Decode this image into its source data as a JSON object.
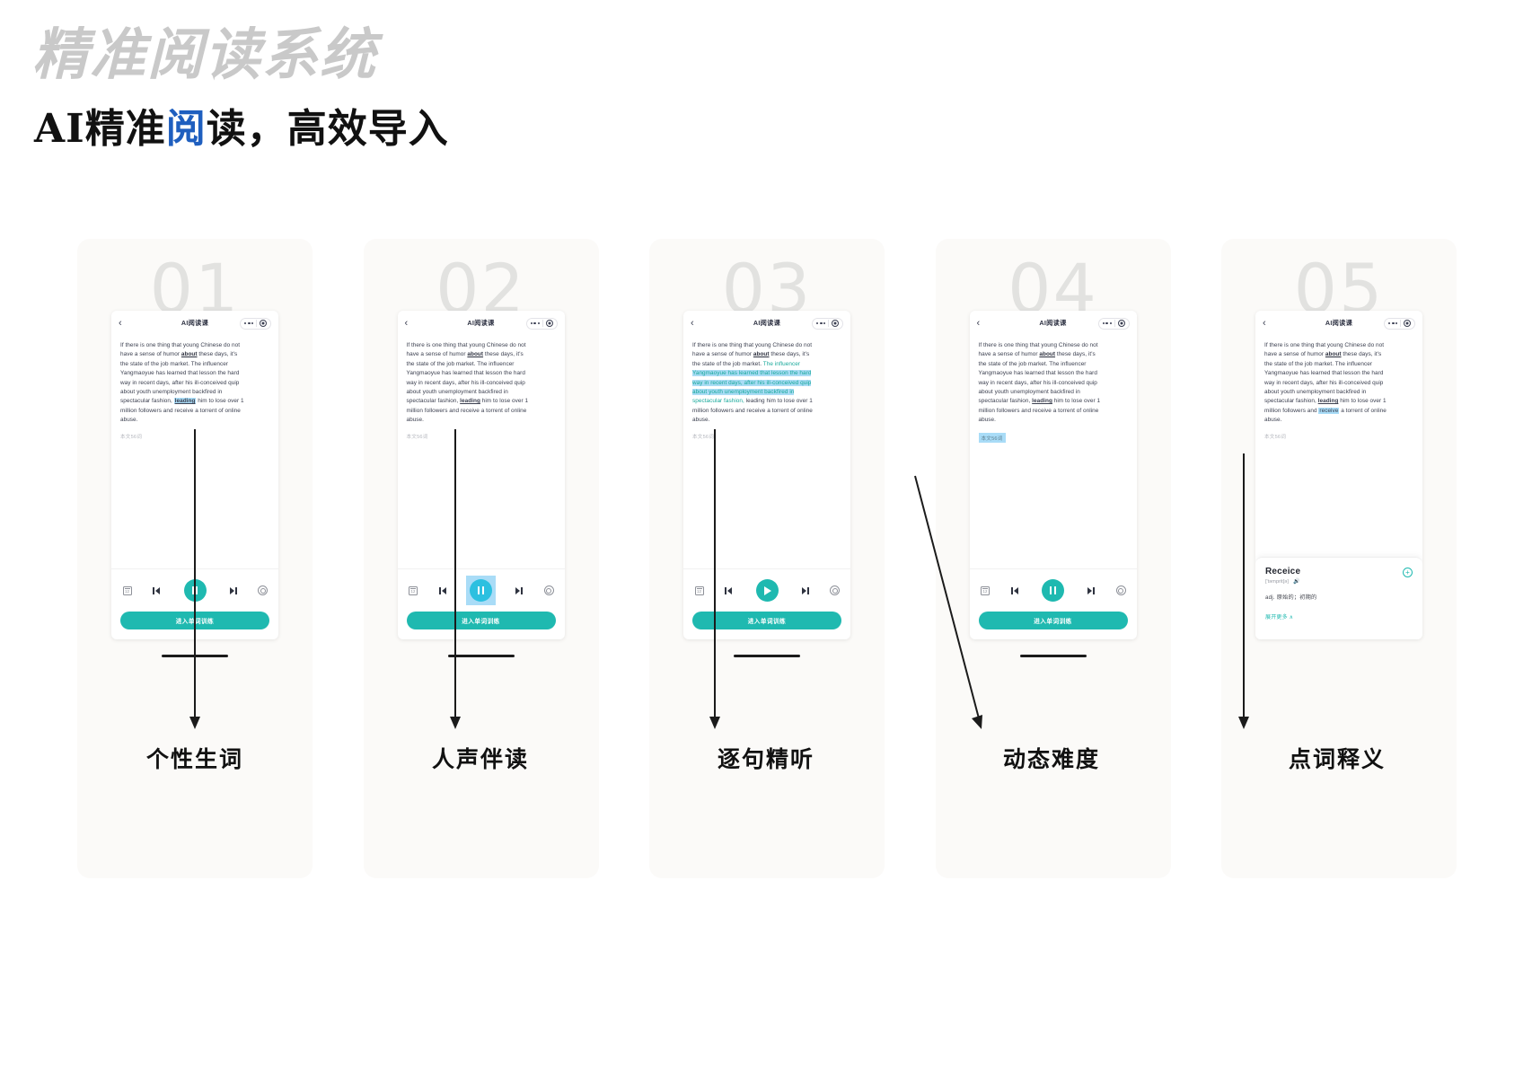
{
  "page": {
    "ghost_title": "精准阅读系统",
    "main_title_prefix": "AI精准",
    "main_title_accent": "阅",
    "main_title_suffix": "读，高效导入",
    "accent_color": "#1f5fbf",
    "brand_color": "#1fb9b0",
    "highlight_color": "#a9dcf7"
  },
  "phone_common": {
    "header_title": "AI阅读课",
    "back_icon": "chevron-left-icon",
    "menu_icon": "more-dots-icon",
    "target_icon": "target-icon",
    "calendar_icon": "calendar-12-icon",
    "prev_icon": "previous-track-icon",
    "next_icon": "next-track-icon",
    "settings_icon": "settings-circle-icon",
    "cta_label": "进入单词训练",
    "word_count": "本文56词",
    "passage": {
      "l1": "If there is one thing that young Chinese do not",
      "l2_a": "have a sense of humor ",
      "l2_b": "about",
      "l2_c": " these days, it's",
      "l3_a": "the state of the job market.    ",
      "l3_b": "The influencer",
      "l4": "Yangmaoyue has learned that lesson the hard",
      "l5": "way in recent days, after his ill-conceived quip",
      "l6": "about youth unemployment backfired in",
      "l7_a": "spectacular fashion, ",
      "l7_b": "leading",
      "l7_c": " him to lose over 1",
      "l8_a": "million followers and ",
      "l8_b": "receive",
      "l8_c": " a torrent of online",
      "l9": "abuse."
    }
  },
  "cards": [
    {
      "number": "01",
      "label": "个性生词",
      "play_state": "pause",
      "play_glyph": "pause-icon",
      "play_color": "#1fb9b0",
      "play_boxed": false,
      "highlight_mode": "word-leading",
      "wordcount_boxed": false,
      "has_dictionary": false
    },
    {
      "number": "02",
      "label": "人声伴读",
      "play_state": "pause",
      "play_glyph": "pause-icon",
      "play_color": "#2cc0e0",
      "play_boxed": true,
      "highlight_mode": "none",
      "wordcount_boxed": false,
      "has_dictionary": false
    },
    {
      "number": "03",
      "label": "逐句精听",
      "play_state": "play",
      "play_glyph": "play-icon",
      "play_color": "#1fb9b0",
      "play_boxed": false,
      "highlight_mode": "sentence",
      "wordcount_boxed": false,
      "has_dictionary": false
    },
    {
      "number": "04",
      "label": "动态难度",
      "play_state": "pause",
      "play_glyph": "pause-icon",
      "play_color": "#1fb9b0",
      "play_boxed": false,
      "highlight_mode": "none",
      "wordcount_boxed": true,
      "has_dictionary": false
    },
    {
      "number": "05",
      "label": "点词释义",
      "play_state": "none",
      "play_glyph": "",
      "play_color": "#1fb9b0",
      "play_boxed": false,
      "highlight_mode": "word-receive",
      "wordcount_boxed": false,
      "has_dictionary": true
    }
  ],
  "dictionary": {
    "word": "Receice",
    "phonetic": "['təmprit[ə]",
    "speaker_icon": "speaker-icon",
    "definition": "adj. 原始的；初期的",
    "more_label": "展开更多 ∧",
    "add_icon": "plus-circle-icon"
  }
}
